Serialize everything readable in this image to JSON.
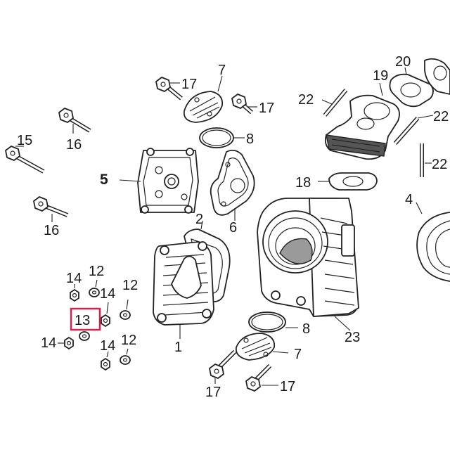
{
  "diagram": {
    "highlighted_label": "13",
    "highlight_color": "#d6204e",
    "labels": {
      "l1": "1",
      "l2": "2",
      "l4": "4",
      "l5": "5",
      "l6": "6",
      "l7a": "7",
      "l7b": "7",
      "l8a": "8",
      "l8b": "8",
      "l12a": "12",
      "l12b": "12",
      "l12c": "12",
      "l13": "13",
      "l14a": "14",
      "l14b": "14",
      "l14c": "14",
      "l14d": "14",
      "l15": "15",
      "l16a": "16",
      "l16b": "16",
      "l17a": "17",
      "l17b": "17",
      "l17c": "17",
      "l17d": "17",
      "l18": "18",
      "l19": "19",
      "l20": "20",
      "l22a": "22",
      "l22b": "22",
      "l22c": "22",
      "l23": "23"
    }
  }
}
